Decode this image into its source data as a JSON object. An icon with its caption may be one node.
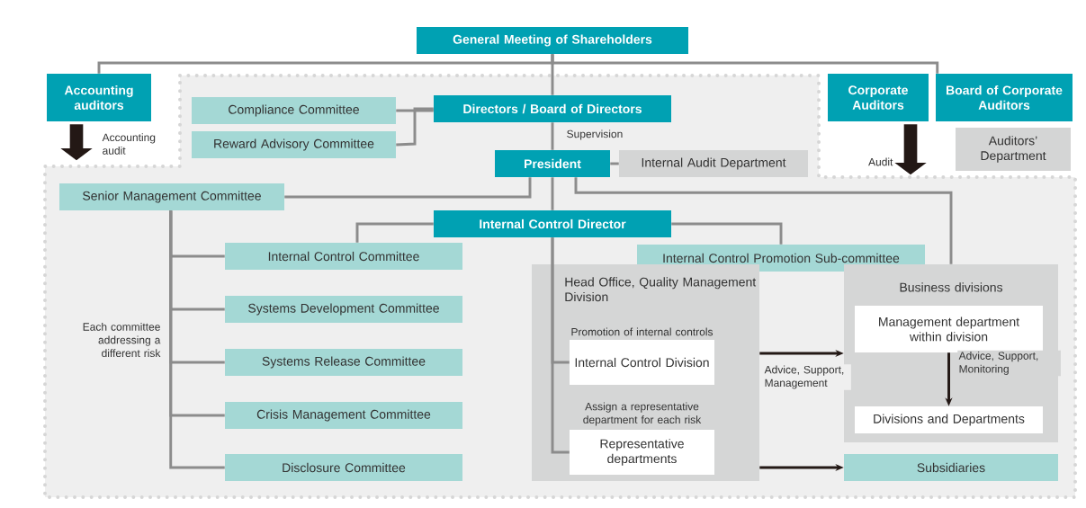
{
  "diagram": {
    "nodes": [
      {
        "text": [
          "General Meeting of Shareholders"
        ]
      },
      {
        "text": [
          "Accounting auditors"
        ]
      },
      {
        "text": [
          "Corporate Auditors"
        ]
      },
      {
        "text": [
          "Board of Corporate Auditors"
        ]
      },
      {
        "text": [
          "Auditors’ Department"
        ]
      },
      {
        "text": [
          "Directors / Board of Directors"
        ]
      },
      {
        "text": [
          "Compliance Committee"
        ]
      },
      {
        "text": [
          "Reward Advisory Committee"
        ]
      },
      {
        "text": [
          "President"
        ]
      },
      {
        "text": [
          "Internal Audit Department"
        ]
      },
      {
        "text": [
          "Senior Management Committee"
        ]
      },
      {
        "text": [
          "Internal Control Director"
        ]
      },
      {
        "text": [
          "Internal Control Committee"
        ]
      },
      {
        "text": [
          "Systems Development Committee"
        ]
      },
      {
        "text": [
          "Systems Release Committee"
        ]
      },
      {
        "text": [
          "Crisis Management Committee"
        ]
      },
      {
        "text": [
          "Disclosure Committee"
        ]
      },
      {
        "text": [
          "Internal Control Promotion Sub-committee"
        ]
      },
      {
        "text": [
          "Head Office, Quality Management Division"
        ]
      },
      {
        "text": [
          "Internal Control Division"
        ],
        "in": 18,
        "beside": [
          "Promotion of internal controls"
        ]
      },
      {
        "text": [
          "Representative departments"
        ],
        "in": 18,
        "beside": [
          "Assign a representative department for each risk"
        ]
      },
      {
        "text": [
          "Business divisions"
        ]
      },
      {
        "text": [
          "Management department within division"
        ],
        "in": 21
      },
      {
        "text": [
          "Divisions and Departments"
        ],
        "in": 21
      },
      {
        "text": [
          "Subsidiaries"
        ]
      }
    ],
    "edges": [
      {
        "from": 0,
        "to": 1,
        "arrow": "none"
      },
      {
        "from": 0,
        "to": 3,
        "arrow": "none"
      },
      {
        "from": 0,
        "to": 5,
        "arrow": "none"
      },
      {
        "from": 6,
        "to": 5,
        "arrow": "none"
      },
      {
        "from": 7,
        "to": 5,
        "arrow": "none"
      },
      {
        "from": 5,
        "to": 8,
        "arrow": "none",
        "label": "Supervision"
      },
      {
        "from": 8,
        "to": 9,
        "arrow": "none"
      },
      {
        "from": 8,
        "to": 10,
        "arrow": "none"
      },
      {
        "from": 8,
        "to": 21,
        "arrow": "none"
      },
      {
        "from": 8,
        "to": 11,
        "arrow": "none"
      },
      {
        "from": 11,
        "to": 12,
        "arrow": "none"
      },
      {
        "from": 11,
        "to": 17,
        "arrow": "none"
      },
      {
        "from": 10,
        "to": 12,
        "arrow": "none"
      },
      {
        "from": 10,
        "to": 13,
        "arrow": "none"
      },
      {
        "from": 10,
        "to": 14,
        "arrow": "none"
      },
      {
        "from": 10,
        "to": 15,
        "arrow": "none"
      },
      {
        "from": 10,
        "to": 16,
        "arrow": "none"
      },
      {
        "from": 11,
        "to": 19,
        "arrow": "none"
      },
      {
        "from": 11,
        "to": 20,
        "arrow": "none"
      },
      {
        "from": 18,
        "to": 21,
        "arrow": "to",
        "color": "#231815",
        "label": "Advice, Support, Management"
      },
      {
        "from": 18,
        "to": 24,
        "arrow": "to",
        "color": "#231815"
      },
      {
        "from": 22,
        "to": 23,
        "arrow": "to",
        "color": "#231815",
        "label": "Advice, Support, Monitoring"
      },
      {
        "from": 1,
        "to": null,
        "arrow": "to",
        "style": "thick",
        "color": "#231815",
        "label": "Accounting audit"
      },
      {
        "from": 2,
        "to": null,
        "arrow": "to",
        "style": "thick",
        "color": "#231815",
        "label": "Audit"
      }
    ],
    "labels": [
      "Each committee addressing a different risk"
    ]
  }
}
